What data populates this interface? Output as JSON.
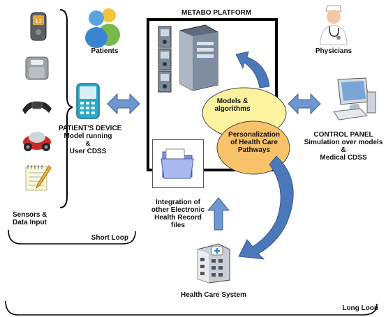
{
  "platform": {
    "title": "METABO PLATFORM"
  },
  "patients": {
    "label": "Patients"
  },
  "physicians": {
    "label": "Physicians"
  },
  "patient_device": {
    "line1": "PATIENT'S DEVICE",
    "line2": "Model running",
    "line3": "&",
    "line4": "User CDSS"
  },
  "control_panel": {
    "line1": "CONTROL PANEL",
    "line2": "Simulation over models",
    "line3": "&",
    "line4": "Medical CDSS"
  },
  "models": {
    "line1": "Models &",
    "line2": "algorithms"
  },
  "personalization": {
    "line1": "Personalization",
    "line2": "of Health Care",
    "line3": "Pathways"
  },
  "integration": {
    "line1": "Integration of",
    "line2": "other Electronic",
    "line3": "Health Record",
    "line4": "files"
  },
  "sensors": {
    "line1": "Sensors &",
    "line2": "Data Input"
  },
  "short_loop": {
    "label": "Short Loop"
  },
  "long_loop": {
    "label": "Long Loop"
  },
  "health_care_system": {
    "label": "Health Care System"
  },
  "colors": {
    "arrow_blue": "#4a78b8",
    "ellipse_yellow": "#fbf2a0",
    "ellipse_orange": "#f8c26a",
    "frame": "#000000"
  },
  "icons": [
    "glucometer-icon",
    "scale-icon",
    "heart-rate-strap-icon",
    "car-icon",
    "notepad-icon",
    "patients-icon",
    "smartphone-icon",
    "server-tower-icon",
    "folder-icon",
    "physician-icon",
    "computer-icon",
    "hospital-icon"
  ]
}
